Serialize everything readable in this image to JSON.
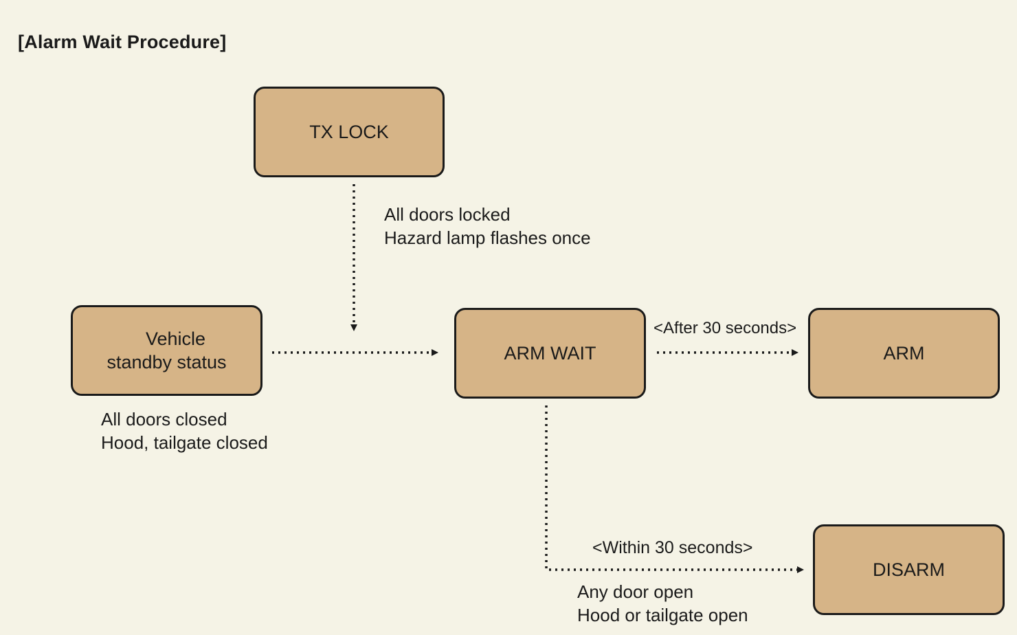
{
  "title": "[Alarm Wait Procedure]",
  "nodes": {
    "tx_lock": "TX LOCK",
    "vehicle_standby": {
      "line1": "Vehicle",
      "line2": "standby status"
    },
    "arm_wait": "ARM WAIT",
    "arm": "ARM",
    "disarm": "DISARM"
  },
  "notes": {
    "tx_lock_condition": {
      "line1": "All doors locked",
      "line2": "Hazard lamp flashes once"
    },
    "standby_condition": {
      "line1": "All doors closed",
      "line2": "Hood, tailgate closed"
    },
    "disarm_condition": {
      "line1": "Any door open",
      "line2": "Hood or tailgate open"
    }
  },
  "edges": {
    "arm_wait_to_arm": "<After 30 seconds>",
    "arm_wait_to_disarm": "<Within 30 seconds>"
  },
  "colors": {
    "background": "#f5f3e6",
    "node_fill": "#d6b487",
    "stroke": "#1a1a1a"
  }
}
